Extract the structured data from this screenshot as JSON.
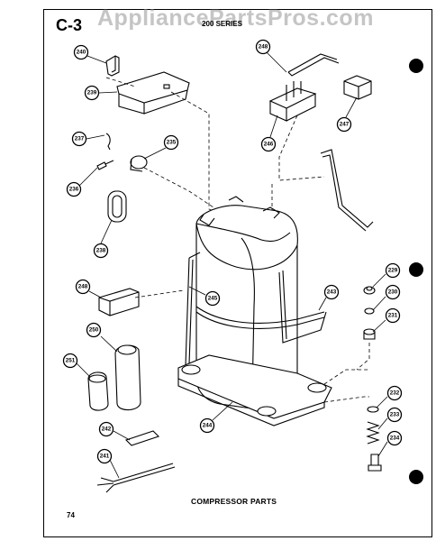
{
  "header": {
    "section": "C-3",
    "watermark": "AppliancePartsPros.com",
    "series": "200 SERIES"
  },
  "caption": "COMPRESSOR PARTS",
  "page_number": "74",
  "callouts": [
    {
      "id": "c240",
      "label": "240"
    },
    {
      "id": "c239",
      "label": "239"
    },
    {
      "id": "c237",
      "label": "237"
    },
    {
      "id": "c235",
      "label": "235"
    },
    {
      "id": "c236",
      "label": "236"
    },
    {
      "id": "c238",
      "label": "238"
    },
    {
      "id": "c248",
      "label": "248"
    },
    {
      "id": "c246",
      "label": "246"
    },
    {
      "id": "c247",
      "label": "247"
    },
    {
      "id": "c249",
      "label": "249"
    },
    {
      "id": "c245",
      "label": "245"
    },
    {
      "id": "c243",
      "label": "243"
    },
    {
      "id": "c250",
      "label": "250"
    },
    {
      "id": "c251",
      "label": "251"
    },
    {
      "id": "c229",
      "label": "229"
    },
    {
      "id": "c230",
      "label": "230"
    },
    {
      "id": "c231",
      "label": "231"
    },
    {
      "id": "c244",
      "label": "244"
    },
    {
      "id": "c242",
      "label": "242"
    },
    {
      "id": "c241",
      "label": "241"
    },
    {
      "id": "c232",
      "label": "232"
    },
    {
      "id": "c233",
      "label": "233"
    },
    {
      "id": "c234",
      "label": "234"
    }
  ]
}
